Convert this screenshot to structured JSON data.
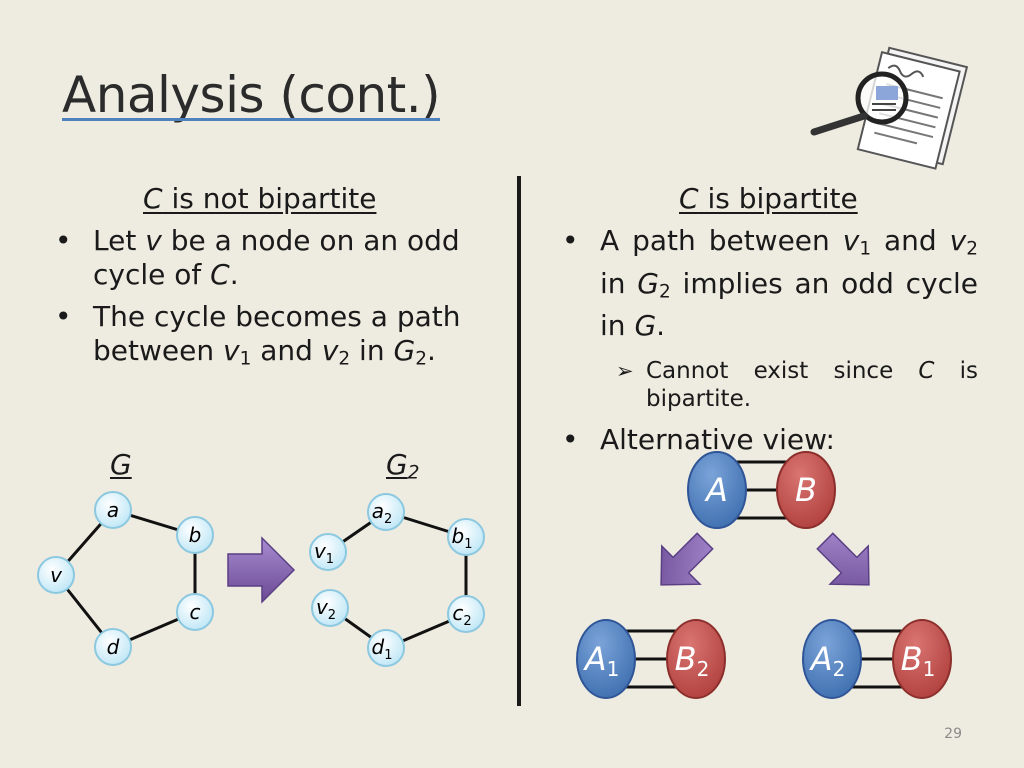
{
  "slide": {
    "title": "Analysis (cont.)",
    "page_number": "29"
  },
  "left": {
    "heading_var": "C",
    "heading_rest": " is not bipartite",
    "bullet1": {
      "p1": "Let ",
      "v": "v",
      "p2": " be a node on an odd cycle of ",
      "c": "C",
      "p3": "."
    },
    "bullet2": {
      "p1": "The cycle becomes a path between ",
      "v1": "v",
      "v1_sub": "1",
      "p2": " and ",
      "v2": "v",
      "v2_sub": "2",
      "p3": " in ",
      "g": "G",
      "g_sub": "2",
      "p4": "."
    }
  },
  "right": {
    "heading_var": "C",
    "heading_rest": " is bipartite",
    "bullet1": {
      "p1": "A path between ",
      "v1": "v",
      "v1_sub": "1",
      "p2": " and ",
      "v2": "v",
      "v2_sub": "2",
      "p3": " in ",
      "g": "G",
      "g_sub": "2",
      "p4": " implies an odd cycle in ",
      "g2": "G",
      "p5": "."
    },
    "sub_bullet": {
      "p1": "Cannot exist since ",
      "c": "C",
      "p2": " is bipartite."
    },
    "bullet2": "Alternative view:"
  },
  "graph_g": {
    "label": "G",
    "nodes": {
      "a": "a",
      "b": "b",
      "c": "c",
      "d": "d",
      "v": "v"
    }
  },
  "graph_g2": {
    "label": "G",
    "label_sub": "2",
    "nodes": {
      "a": "a",
      "a_sub": "2",
      "b": "b",
      "b_sub": "1",
      "c": "c",
      "c_sub": "2",
      "d": "d",
      "d_sub": "1",
      "v1": "v",
      "v1_sub": "1",
      "v2": "v",
      "v2_sub": "2"
    }
  },
  "partition_view": {
    "top": {
      "left": "A",
      "right": "B"
    },
    "bottom_left": {
      "left": "A",
      "left_sub": "1",
      "right": "B",
      "right_sub": "2"
    },
    "bottom_right": {
      "left": "A",
      "left_sub": "2",
      "right": "B",
      "right_sub": "1"
    }
  },
  "colors": {
    "background": "#eeece1",
    "title_rule": "#4f81bd",
    "node_fill": "#d9f0fa",
    "node_stroke": "#8cc8e0",
    "partition_blue": "#4f81bd",
    "partition_red": "#c0504d",
    "arrow_purple": "#8064a2"
  },
  "icons": {
    "title_icon": "magnifier-over-document-icon",
    "transform_arrow": "right-arrow-icon",
    "split_arrows": "diagonal-down-arrow-icon"
  }
}
